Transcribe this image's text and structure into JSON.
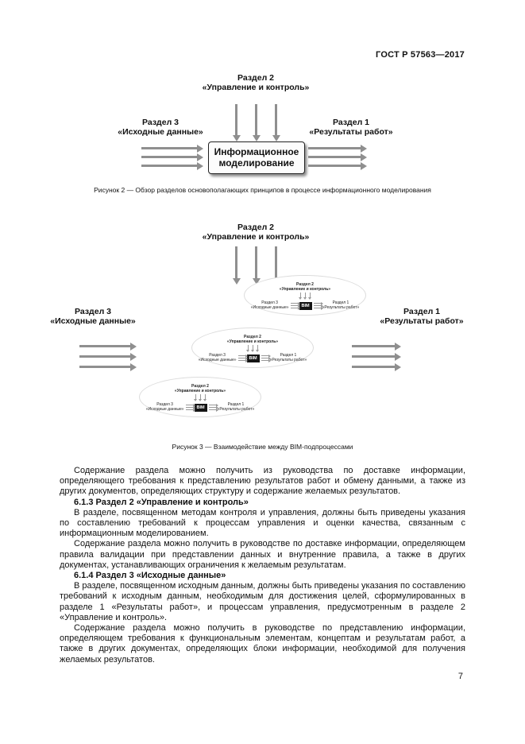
{
  "header": {
    "doc_number": "ГОСТ Р 57563—2017"
  },
  "labels": {
    "section2_line1": "Раздел 2",
    "section2_line2": "«Управление и контроль»",
    "section3_line1": "Раздел 3",
    "section3_line2": "«Исходные данные»",
    "section1_line1": "Раздел 1",
    "section1_line2": "«Результаты работ»"
  },
  "figure2": {
    "center_box_line1": "Информационное",
    "center_box_line2": "моделирование",
    "caption": "Рисунок 2 — Обзор разделов основополагающих принципов в процессе информационного моделирования"
  },
  "figure3": {
    "bim_label": "BIM",
    "caption": "Рисунок 3 — Взаимодействие между BIM-подпроцессами"
  },
  "body": {
    "paragraphs": [
      {
        "style": "normal",
        "text": "Содержание раздела можно получить из руководства по доставке информации, определяющего требования к представлению результатов работ и обмену данными, а также из других документов, определяющих структуру и содержание желаемых результатов."
      },
      {
        "style": "heading",
        "text": "6.1.3 Раздел 2 «Управление и контроль»"
      },
      {
        "style": "normal",
        "text": "В разделе, посвященном методам контроля и управления, должны быть приведены указания по составлению требований к процессам управления и оценки качества, связанным с информационным моделированием."
      },
      {
        "style": "normal",
        "text": "Содержание раздела можно получить в руководстве по доставке информации, определяющем правила валидации при представлении данных и внутренние правила, а также в других документах, устанавливающих ограничения к желаемым результатам."
      },
      {
        "style": "heading",
        "text": "6.1.4 Раздел 3 «Исходные данные»"
      },
      {
        "style": "normal",
        "text": "В разделе, посвященном исходным данным, должны быть приведены указания по составлению требований к исходным данным, необходимым для достижения целей, сформулированных в разделе 1 «Результаты работ», и процессам управления, предусмотренным в разделе 2 «Управление и контроль»."
      },
      {
        "style": "normal",
        "text": "Содержание раздела можно получить в руководстве по представлению информации, определяющем требования к функциональным элементам, концептам и результатам работ, а также в других документах, определяющих блоки информации, необходимой для получения желаемых результатов."
      }
    ]
  },
  "page_number": "7"
}
